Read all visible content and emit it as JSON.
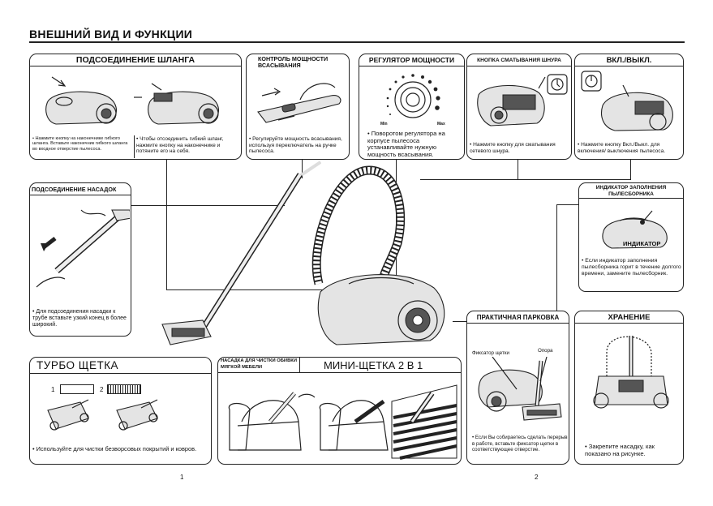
{
  "page": {
    "title": "ВНЕШНИЙ ВИД И ФУНКЦИИ",
    "page_left": "1",
    "page_right": "2"
  },
  "hose": {
    "title": "ПОДСОЕДИНЕНИЕ ШЛАНГА",
    "text_left": "• Нажмите кнопку на наконечнике гибкого шланга. Вставьте наконечник гибкого шланга во входное отверстие пылесоса.",
    "text_right": "• Чтобы отсоединить гибкий шланг, нажмите кнопку на наконечнике и потяните его на себя."
  },
  "suction": {
    "title": "КОНТРОЛЬ МОЩНОСТИ ВСАСЫВАНИЯ",
    "text": "• Регулируйте мощность всасывания, используя переключатель на ручке пылесоса."
  },
  "power": {
    "title": "РЕГУЛЯТОР МОЩНОСТИ",
    "label_min": "Min",
    "label_max": "Max",
    "text": "• Поворотом регулятора на корпусе пылесоса устанавливайте нужную мощность всасывания."
  },
  "cord": {
    "title": "КНОПКА СМАТЫВАНИЯ ШНУРА",
    "text": "• Нажмите кнопку для сматывания сетевого шнура."
  },
  "onoff": {
    "title": "ВКЛ./ВЫКЛ.",
    "text": "• Нажмите кнопку Вкл./Выкл. для включения/ выключения пылесоса."
  },
  "nozzles": {
    "title": "ПОДСОЕДИНЕНИЕ НАСАДОК",
    "text": "• Для подсоединения насадки к трубе вставьте узкий конец в более широкий."
  },
  "indicator": {
    "title": "ИНДИКАТОР ЗАПОЛНЕНИЯ ПЫЛЕСБОРНИКА",
    "label": "ИНДИКАТОР",
    "text": "• Если индикатор заполнения пылесборника горит в течение долгого времени, замените пылесборник."
  },
  "turbo": {
    "title": "ТУРБО ЩЕТКА",
    "num1": "1",
    "num2": "2",
    "text": "• Используйте для чистки безворсовых покрытий и ковров."
  },
  "mini": {
    "subtitle": "НАСАДКА ДЛЯ ЧИСТКИ ОБИВКИ МЯГКОЙ МЕБЕЛИ",
    "title": "МИНИ-ЩЕТКА 2 В 1"
  },
  "parking": {
    "title": "ПРАКТИЧНАЯ ПАРКОВКА",
    "label_lock": "Фиксатор щетки",
    "label_support": "Опора",
    "text": "• Если Вы собираетесь сделать перерыв в работе, вставьте фиксатор щетки в соответствующее отверстие."
  },
  "storage": {
    "title": "ХРАНЕНИЕ",
    "text": "• Закрепите насадку, как показано на рисунке."
  }
}
